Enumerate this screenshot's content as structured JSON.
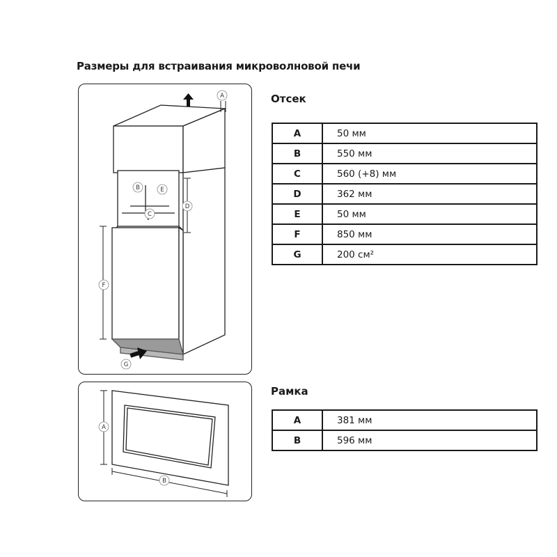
{
  "page": {
    "title": "Размеры для встраивания микроволновой печи"
  },
  "niche": {
    "heading": "Отсек",
    "diagram_labels": {
      "A": "A",
      "B": "B",
      "C": "C",
      "D": "D",
      "E": "E",
      "F": "F",
      "G": "G"
    },
    "rows": [
      {
        "key": "A",
        "value": "50 мм"
      },
      {
        "key": "B",
        "value": "550 мм"
      },
      {
        "key": "C",
        "value": "560 (+8) мм"
      },
      {
        "key": "D",
        "value": "362 мм"
      },
      {
        "key": "E",
        "value": "50 мм"
      },
      {
        "key": "F",
        "value": "850 мм"
      },
      {
        "key": "G",
        "value": "200 см²"
      }
    ]
  },
  "frame": {
    "heading": "Рамка",
    "diagram_labels": {
      "A": "A",
      "B": "B"
    },
    "rows": [
      {
        "key": "A",
        "value": "381 мм"
      },
      {
        "key": "B",
        "value": "596 мм"
      }
    ]
  }
}
